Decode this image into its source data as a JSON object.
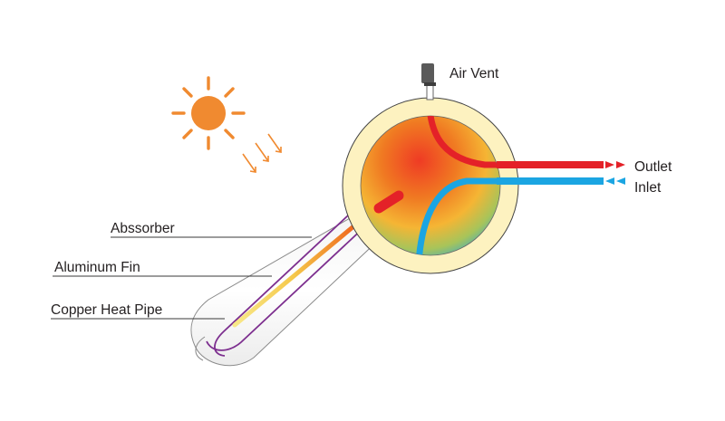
{
  "labels": {
    "air_vent": "Air Vent",
    "outlet": "Outlet",
    "inlet": "Inlet",
    "absorber": "Abssorber",
    "aluminum_fin": "Aluminum Fin",
    "copper_heat_pipe": "Copper Heat Pipe"
  },
  "colors": {
    "sun": "#f08a30",
    "sun_rays": "#f08a30",
    "tank_ring": "#fdf2c0",
    "tank_outline": "#444444",
    "hot_water": "#e8242c",
    "cold_water": "#1aa3e0",
    "outlet_pipe": "#e42128",
    "inlet_pipe": "#1ba5e2",
    "absorber_tube": "#7d2f8f",
    "heat_pipe_hot": "#ef6a1e",
    "heat_pipe_cold": "#f8d84a",
    "leader_lines": "#3a3a3a"
  },
  "icons": [
    "sun-icon",
    "solar-ray-arrows",
    "air-vent-valve",
    "flow-direction-arrows"
  ]
}
